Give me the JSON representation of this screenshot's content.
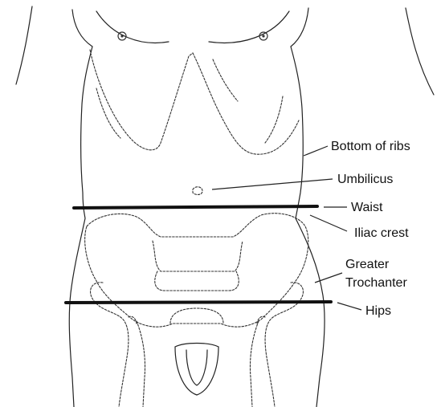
{
  "labels": {
    "bottom_of_ribs": "Bottom of ribs",
    "umbilicus": "Umbilicus",
    "waist": "Waist",
    "iliac_crest": "Iliac crest",
    "greater": "Greater",
    "trochanter": "Trochanter",
    "hips": "Hips"
  }
}
